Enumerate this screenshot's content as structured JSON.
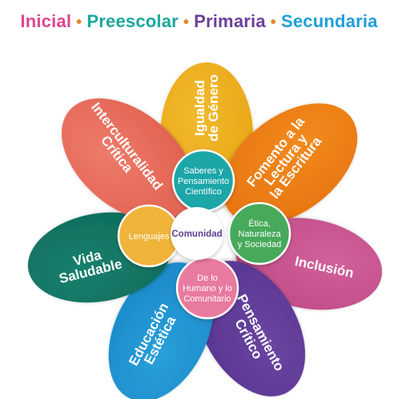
{
  "header": {
    "levels": [
      {
        "label": "Inicial",
        "color": "#e0468f"
      },
      {
        "label": "Preescolar",
        "color": "#1aa89c"
      },
      {
        "label": "Primaria",
        "color": "#6b3f98"
      },
      {
        "label": "Secundaria",
        "color": "#1e9fd8"
      }
    ],
    "separator": "•"
  },
  "petals": [
    {
      "lines": [
        "Igualdad",
        "de Género"
      ],
      "color": "#f2b92f",
      "dark": "#e8a512"
    },
    {
      "lines": [
        "Fomento a la",
        "Lectura y",
        "la Escritura"
      ],
      "color": "#f28a1e",
      "dark": "#e6730e"
    },
    {
      "lines": [
        "Inclusión"
      ],
      "color": "#d0619a",
      "dark": "#c04a86"
    },
    {
      "lines": [
        "Pensamiento",
        "Crítico"
      ],
      "color": "#6a45a0",
      "dark": "#573591"
    },
    {
      "lines": [
        "Educación",
        "Estética"
      ],
      "color": "#2a9fd9",
      "dark": "#1a88c8"
    },
    {
      "lines": [
        "Vida",
        "Saludable"
      ],
      "color": "#17806d",
      "dark": "#0f6b5b"
    },
    {
      "lines": [
        "Interculturalidad",
        "Crítica"
      ],
      "color": "#ee7b6b",
      "dark": "#e0604f"
    }
  ],
  "inner": [
    {
      "lines": [
        "Saberes y",
        "Pensamiento",
        "Científico"
      ],
      "color": "#1ea6a8"
    },
    {
      "lines": [
        "Ética,",
        "Naturaleza",
        "y Sociedad"
      ],
      "color": "#46a95a"
    },
    {
      "lines": [
        "De lo",
        "Humano y lo",
        "Comunitario"
      ],
      "color": "#e87aa0"
    },
    {
      "lines": [
        "Lenguajes"
      ],
      "color": "#f0b43a"
    }
  ],
  "center": {
    "label": "Comunidad",
    "color": "#ffffff",
    "text_color": "#5b3f8f"
  }
}
